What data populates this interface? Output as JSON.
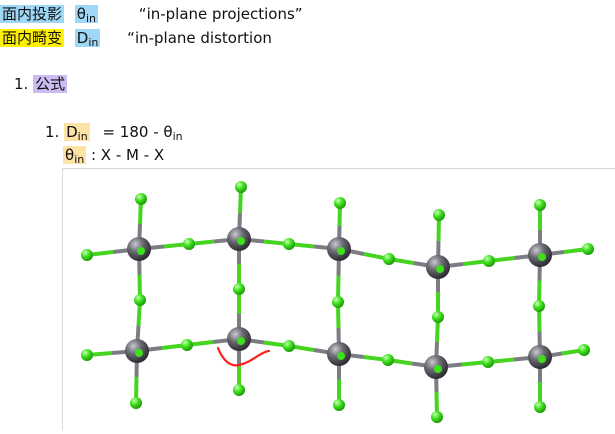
{
  "definitions": [
    {
      "term": "面内投影",
      "symbol": "θ",
      "sub": "in",
      "quote": "“in-plane projections”",
      "term_color": "#9fd7f7",
      "symbol_color": "#9fd7f7"
    },
    {
      "term": "面内畸变",
      "symbol": "D",
      "sub": "in",
      "quote": "“in-plane distortion",
      "term_color": "#fff200",
      "symbol_color": "#9fd7f7"
    }
  ],
  "section": {
    "number": "1.",
    "title": "公式"
  },
  "formula": {
    "number": "1.",
    "lhs_symbol": "D",
    "lhs_sub": "in",
    "equation": "= 180 - θ",
    "equation_sub": "in",
    "def_symbol": "θ",
    "def_sub": "in",
    "def_text": " :  X - M - X"
  },
  "figure": {
    "metal_color": "#505058",
    "ligand_color": "#39e21a",
    "annotation_color": "#ff2020"
  }
}
